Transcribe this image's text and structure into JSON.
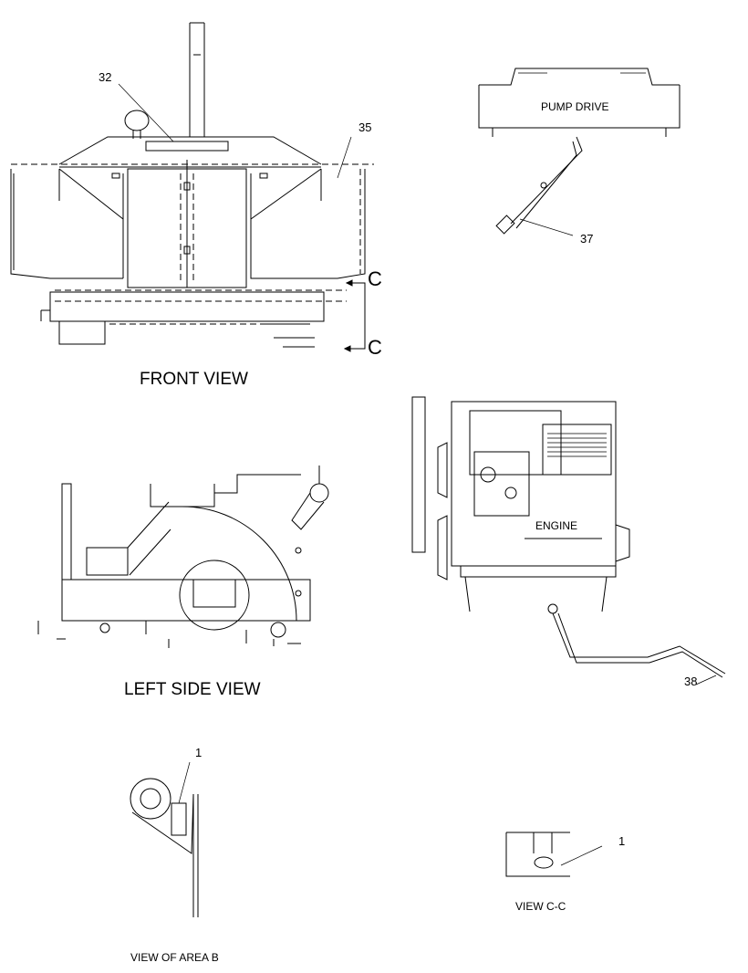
{
  "views": {
    "front": "FRONT VIEW",
    "left_side": "LEFT SIDE VIEW",
    "area_b": "VIEW OF AREA B",
    "cc": "VIEW C-C"
  },
  "labels": {
    "pump_drive": "PUMP DRIVE",
    "engine": "ENGINE"
  },
  "callouts": {
    "c32": "32",
    "c35": "35",
    "c37": "37",
    "c38": "38",
    "c1_area_b": "1",
    "c1_cc": "1"
  },
  "section_marker": {
    "top": "C",
    "bottom": "C"
  }
}
